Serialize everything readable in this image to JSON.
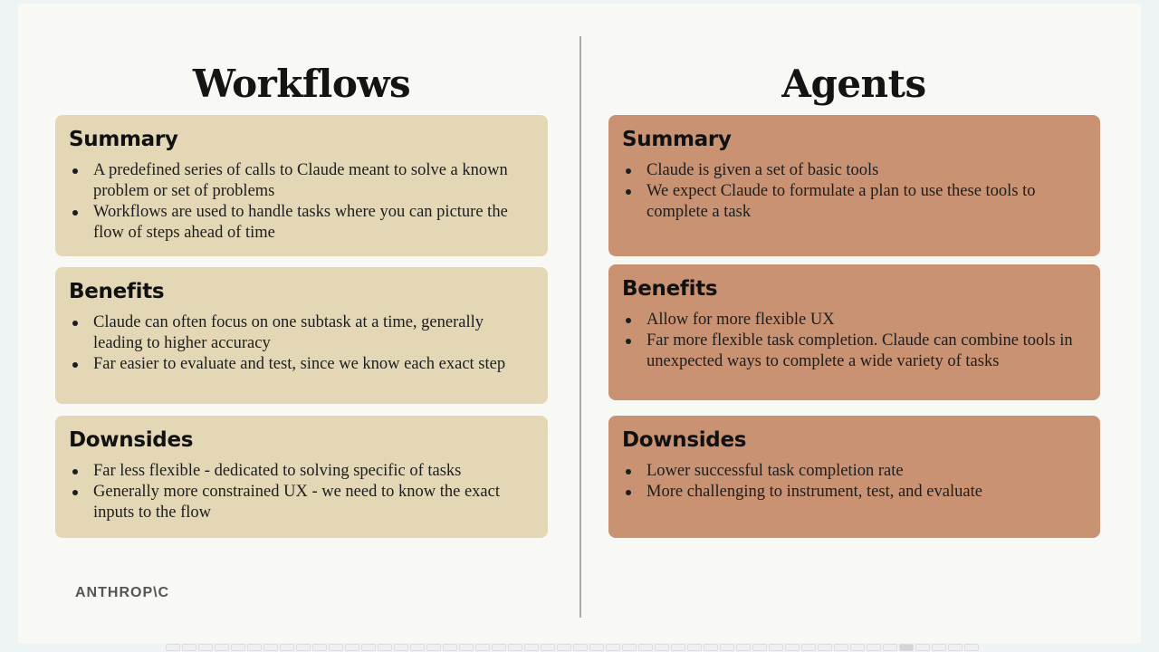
{
  "workflows": {
    "title": "Workflows",
    "summary": {
      "heading": "Summary",
      "items": [
        "A predefined series of calls to Claude meant to solve a known problem or set of problems",
        "Workflows are used to handle tasks where you can picture the flow of steps ahead of time"
      ]
    },
    "benefits": {
      "heading": "Benefits",
      "items": [
        "Claude can often focus on one subtask at a time, generally leading to higher accuracy",
        "Far easier to evaluate and test, since we know each exact step"
      ]
    },
    "downsides": {
      "heading": "Downsides",
      "items": [
        "Far less flexible - dedicated to solving specific of tasks",
        "Generally more constrained UX - we need to know the exact inputs to the flow"
      ]
    }
  },
  "agents": {
    "title": "Agents",
    "summary": {
      "heading": "Summary",
      "items": [
        "Claude is given a set of basic tools",
        "We expect Claude to formulate a plan to use these tools to complete a task"
      ]
    },
    "benefits": {
      "heading": "Benefits",
      "items": [
        "Allow for more flexible UX",
        "Far more flexible task completion. Claude can combine tools in unexpected ways to complete a wide variety of tasks"
      ]
    },
    "downsides": {
      "heading": "Downsides",
      "items": [
        "Lower successful task completion rate",
        "More challenging to instrument, test, and evaluate"
      ]
    }
  },
  "logo": "ANTHROP\\C",
  "colors": {
    "workflows_card": "#e3d7b5",
    "agents_card": "#c99272"
  }
}
